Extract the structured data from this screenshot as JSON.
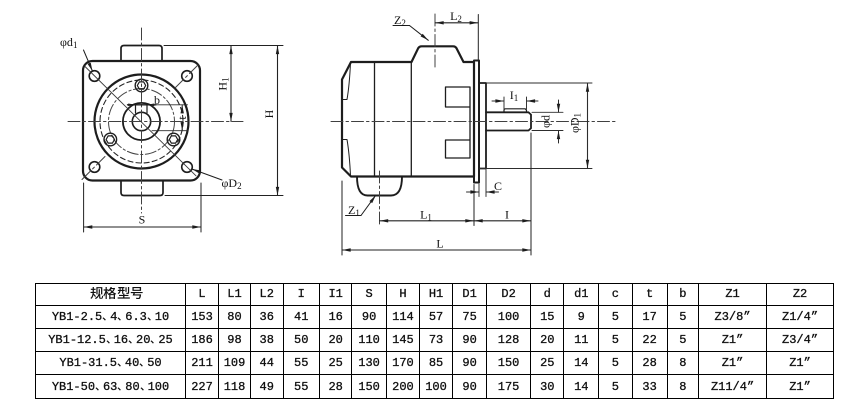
{
  "page": {
    "background": "#ffffff",
    "ink_color": "#1d1d1d",
    "description": "YB1 vane pump outline drawing with dimension table"
  },
  "drawing": {
    "front_view": {
      "labels": {
        "phi_d1": "φd1",
        "b": "b",
        "t": "t",
        "H1": "H1",
        "H": "H",
        "phi_D2": "φD2",
        "S": "S"
      }
    },
    "side_view": {
      "labels": {
        "Z2": "Z2",
        "L2": "L2",
        "I1": "I1",
        "phi_d": "φd",
        "phi_D1": "φD1",
        "C": "C",
        "Z1": "Z1",
        "L1": "L1",
        "I": "I",
        "L": "L"
      }
    }
  },
  "table": {
    "columns": [
      "规格型号",
      "L",
      "L1",
      "L2",
      "I",
      "I1",
      "S",
      "H",
      "H1",
      "D1",
      "D2",
      "d",
      "d1",
      "c",
      "t",
      "b",
      "Z1",
      "Z2"
    ],
    "rows": [
      [
        "YB1-2.5、4、6.3、10",
        "153",
        "80",
        "36",
        "41",
        "16",
        "90",
        "114",
        "57",
        "75",
        "100",
        "15",
        "9",
        "5",
        "17",
        "5",
        "Z3/8”",
        "Z1/4”"
      ],
      [
        "YB1-12.5、16、20、25",
        "186",
        "98",
        "38",
        "50",
        "20",
        "110",
        "145",
        "73",
        "90",
        "128",
        "20",
        "11",
        "5",
        "22",
        "5",
        "Z1”",
        "Z3/4”"
      ],
      [
        "YB1-31.5、40、50",
        "211",
        "109",
        "44",
        "55",
        "25",
        "130",
        "170",
        "85",
        "90",
        "150",
        "25",
        "14",
        "5",
        "28",
        "8",
        "Z1”",
        "Z1”"
      ],
      [
        "YB1-50、63、80、100",
        "227",
        "118",
        "49",
        "55",
        "28",
        "150",
        "200",
        "100",
        "90",
        "175",
        "30",
        "14",
        "5",
        "33",
        "8",
        "Z11/4”",
        "Z1”"
      ]
    ]
  }
}
